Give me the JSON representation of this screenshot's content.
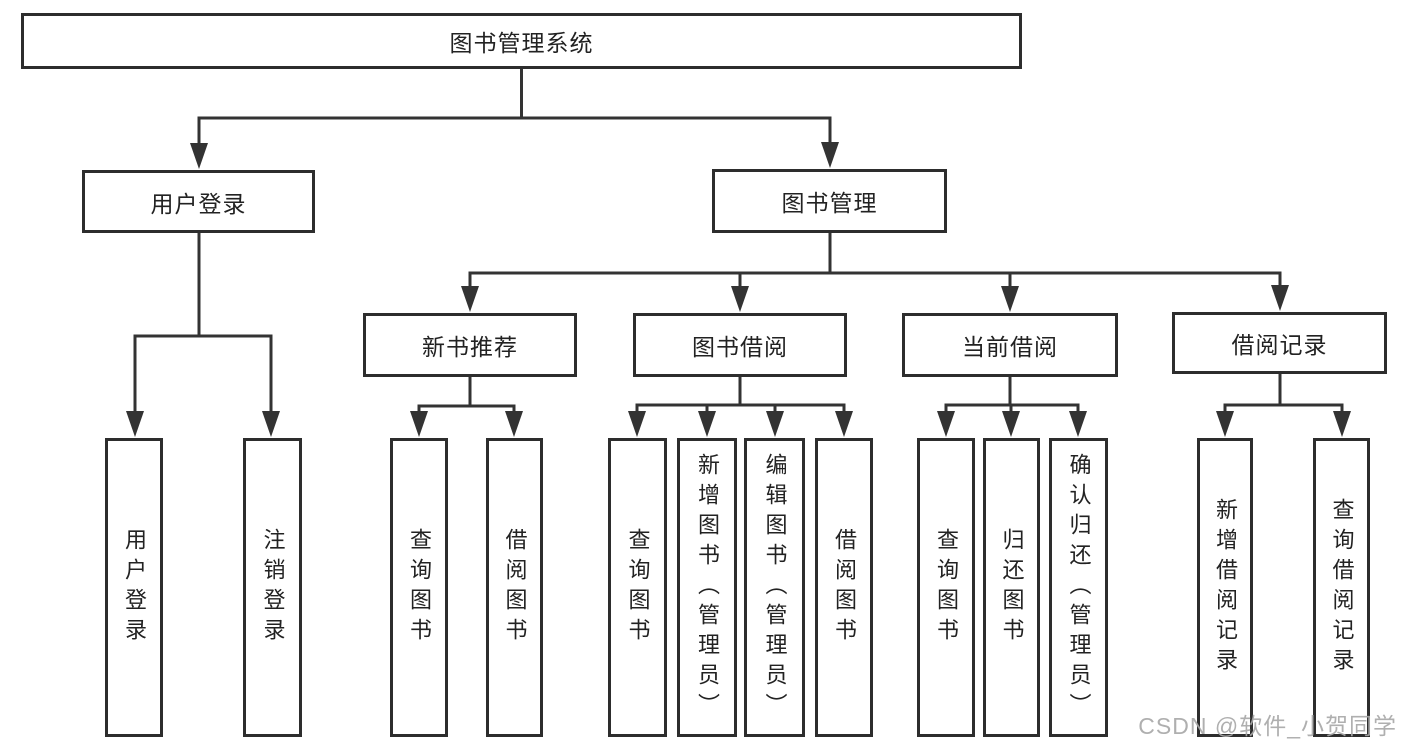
{
  "diagram": {
    "type": "hierarchy-tree",
    "watermark": "CSDN @软件_小贺同学",
    "colors": {
      "line": "#333333",
      "box_border": "#2d2d2d",
      "box_background": "#ffffff",
      "text": "#222222",
      "watermark": "#a8a8a8",
      "page_background": "#ffffff"
    },
    "root": {
      "label": "图书管理系统"
    },
    "branches": [
      {
        "label": "用户登录",
        "children": [
          {
            "label": "用户登录"
          },
          {
            "label": "注销登录"
          }
        ]
      },
      {
        "label": "图书管理",
        "children": [
          {
            "label": "新书推荐",
            "children": [
              {
                "label": "查询图书"
              },
              {
                "label": "借阅图书"
              }
            ]
          },
          {
            "label": "图书借阅",
            "children": [
              {
                "label": "查询图书"
              },
              {
                "label": "新增图书（管理员）"
              },
              {
                "label": "编辑图书（管理员）"
              },
              {
                "label": "借阅图书"
              }
            ]
          },
          {
            "label": "当前借阅",
            "children": [
              {
                "label": "查询图书"
              },
              {
                "label": "归还图书"
              },
              {
                "label": "确认归还（管理员）"
              }
            ]
          },
          {
            "label": "借阅记录",
            "children": [
              {
                "label": "新增借阅记录"
              },
              {
                "label": "查询借阅记录"
              }
            ]
          }
        ]
      }
    ]
  }
}
